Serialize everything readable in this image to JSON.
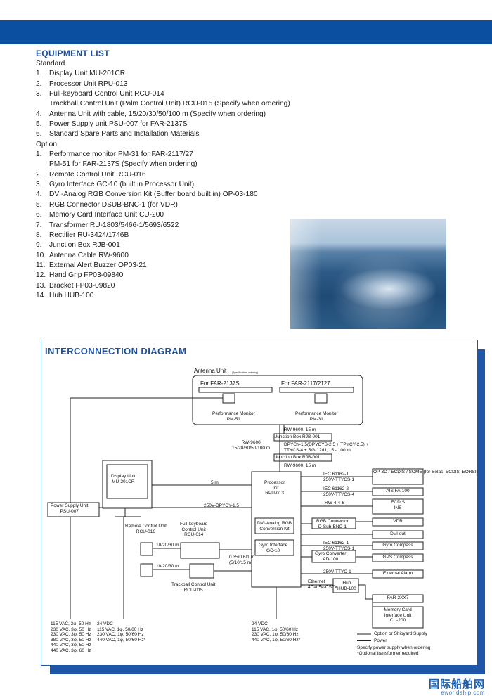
{
  "equipment_list": {
    "title": "EQUIPMENT LIST",
    "standard_label": "Standard",
    "standard": [
      {
        "num": "1.",
        "text": "Display Unit MU-201CR"
      },
      {
        "num": "2.",
        "text": "Processor Unit RPU-013"
      },
      {
        "num": "3.",
        "text": "Full-keyboard Control Unit RCU-014"
      },
      {
        "num": "",
        "text": "Trackball Control Unit (Palm Control Unit) RCU-015 (Specify when ordering)"
      },
      {
        "num": "4.",
        "text": "Antenna Unit with cable, 15/20/30/50/100 m (Specify when ordering)"
      },
      {
        "num": "5.",
        "text": "Power Supply unit PSU-007 for FAR-2137S"
      },
      {
        "num": "6.",
        "text": "Standard Spare Parts and Installation Materials"
      }
    ],
    "option_label": "Option",
    "option": [
      {
        "num": "1.",
        "text": "Performance monitor PM-31 for FAR-2117/27"
      },
      {
        "num": "",
        "text": "PM-51 for FAR-2137S (Specify when ordering)"
      },
      {
        "num": "2.",
        "text": "Remote Control Unit RCU-016"
      },
      {
        "num": "3.",
        "text": "Gyro Interface GC-10 (built in Processor Unit)"
      },
      {
        "num": "4.",
        "text": "DVI-Analog RGB Conversion Kit (Buffer board built in) OP-03-180"
      },
      {
        "num": "5.",
        "text": "RGB Connector DSUB-BNC-1 (for VDR)"
      },
      {
        "num": "6.",
        "text": "Memory Card Interface Unit CU-200"
      },
      {
        "num": "7.",
        "text": "Transformer RU-1803/5466-1/5693/6522"
      },
      {
        "num": "8.",
        "text": "Rectifier RU-3424/1746B"
      },
      {
        "num": "9.",
        "text": "Junction Box RJB-001"
      },
      {
        "num": "10.",
        "text": "Antenna Cable RW-9600"
      },
      {
        "num": "11.",
        "text": "External Alert Buzzer OP03-21"
      },
      {
        "num": "12.",
        "text": "Hand Grip FP03-09840"
      },
      {
        "num": "13.",
        "text": "Bracket FP03-09820"
      },
      {
        "num": "14.",
        "text": "Hub HUB-100"
      }
    ]
  },
  "diagram": {
    "title": "INTERCONNECTION DIAGRAM",
    "antenna_unit": "Antenna Unit",
    "antenna_unit_note": "(Specify when ordering)",
    "for_2137s": "For FAR-2137S",
    "for_2117": "For FAR-2117/2127",
    "pm51": "Performance Monitor\nPM-51",
    "pm31": "Performance Monitor\nPM-31",
    "rw9600_top": "RW-9600, 15 m",
    "rw9600_left": "RW-9600\n15/20/30/50/100 m",
    "jb1": "Junction Box RJB-001",
    "jb_cables": "DPYCY-1.5(DPYCYS-2.5 + TPYCY-2.5) +\nTTYCS-4 + RG-12/U, 15 - 100 m",
    "jb2": "Junction Box RJB-001",
    "rw9600_bottom": "RW-9600, 15 m",
    "display_unit": "Display Unit\nMU-201CR",
    "five_m": "5 m",
    "processor": "Processor\nUnit\nRPU-013",
    "psu": "Power Supply Unit\nPSU-007",
    "psu_cable": "250V-DPYCY-1.5",
    "dvi_kit": "DVI-Analog RGB\nConversion Kit",
    "gyro_if": "Gyro Interface\nGC-10",
    "remote": "Remote Control Unit\nRCU-016",
    "fullkb": "Full-keyboard\nControl Unit\nRCU-014",
    "trackball": "Trackball Control Unit\nRCU-015",
    "len_a": "10/20/30 m",
    "len_b": "10/20/30 m",
    "len_c": "0.35/0.6/1 m\n(5/10/15 m)",
    "right_boxes": [
      {
        "label": "OP-3D / ECDIS / SOME (for Solas, ECDIS, EORSI)",
        "cable": "IEC 61162-1\n250V-TTYCS-1"
      },
      {
        "label": "AIS FA-100",
        "cable": "IEC 61162-2\n250V-TTYCS-4"
      },
      {
        "label": "ECDIS\nINS",
        "cable": "RW-4-4-6"
      },
      {
        "label": "VDR",
        "cable": ""
      },
      {
        "label": "DVI out",
        "cable": ""
      },
      {
        "label": "Gyro Compass",
        "cable": "IEC 61162-1\n250V-TTYCS-1"
      },
      {
        "label": "GPS Compass",
        "cable": ""
      },
      {
        "label": "External Alarm",
        "cable": "250V-TTYC-1"
      },
      {
        "label": "FAR-2XX7",
        "cable": "Ethernet\n4Cat.5e-CSTX"
      },
      {
        "label": "Memory Card\nInterface Unit\nCU-200",
        "cable": ""
      }
    ],
    "rgb_connector": "RGB Connector\nD-Sub-BNC-1",
    "gyro_converter": "Gyro Converter\nAD-100",
    "hub": "Hub\nHUB-100",
    "pwr_left": "115 VAC, 3φ, 50 Hz\n230 VAC, 3φ, 50 Hz\n230 VAC, 3φ, 50 Hz\n380 VAC, 3φ, 50 Hz\n440 VAC, 3φ, 50 Hz\n440 VAC, 3φ, 60 Hz",
    "pwr_mid": "24 VDC\n115 VAC, 1φ, 50/60 Hz\n230 VAC, 1φ, 50/60 Hz\n440 VAC, 1φ, 50/60 Hz*",
    "pwr_proc": "24 VDC\n115 VAC, 1φ, 50/60 Hz\n230 VAC, 1φ, 50/60 Hz\n440 VAC, 1φ, 50/60 Hz*",
    "legend_option": "Option or Shipyard Supply",
    "legend_power": "Power",
    "legend_note": "Specify power supply when ordering\n*Optional transformer required"
  },
  "watermark": {
    "cn": "国际船舶网",
    "en": "eworldship.com"
  }
}
